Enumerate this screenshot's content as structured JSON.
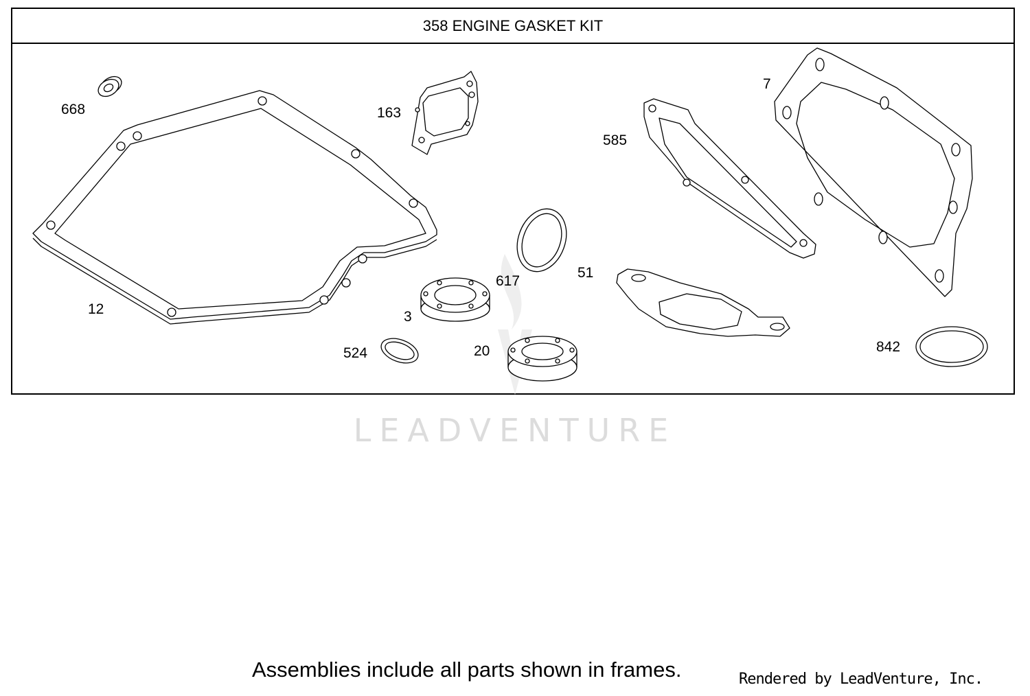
{
  "frame": {
    "title": "358 ENGINE GASKET KIT"
  },
  "callouts": {
    "p668": "668",
    "p163": "163",
    "p7": "7",
    "p585": "585",
    "p12": "12",
    "p617": "617",
    "p51": "51",
    "p3": "3",
    "p524": "524",
    "p20": "20",
    "p842": "842"
  },
  "watermark": {
    "text": "LEADVENTURE"
  },
  "footer": {
    "note": "Assemblies include all parts shown in frames.",
    "credit": "Rendered by LeadVenture, Inc."
  }
}
